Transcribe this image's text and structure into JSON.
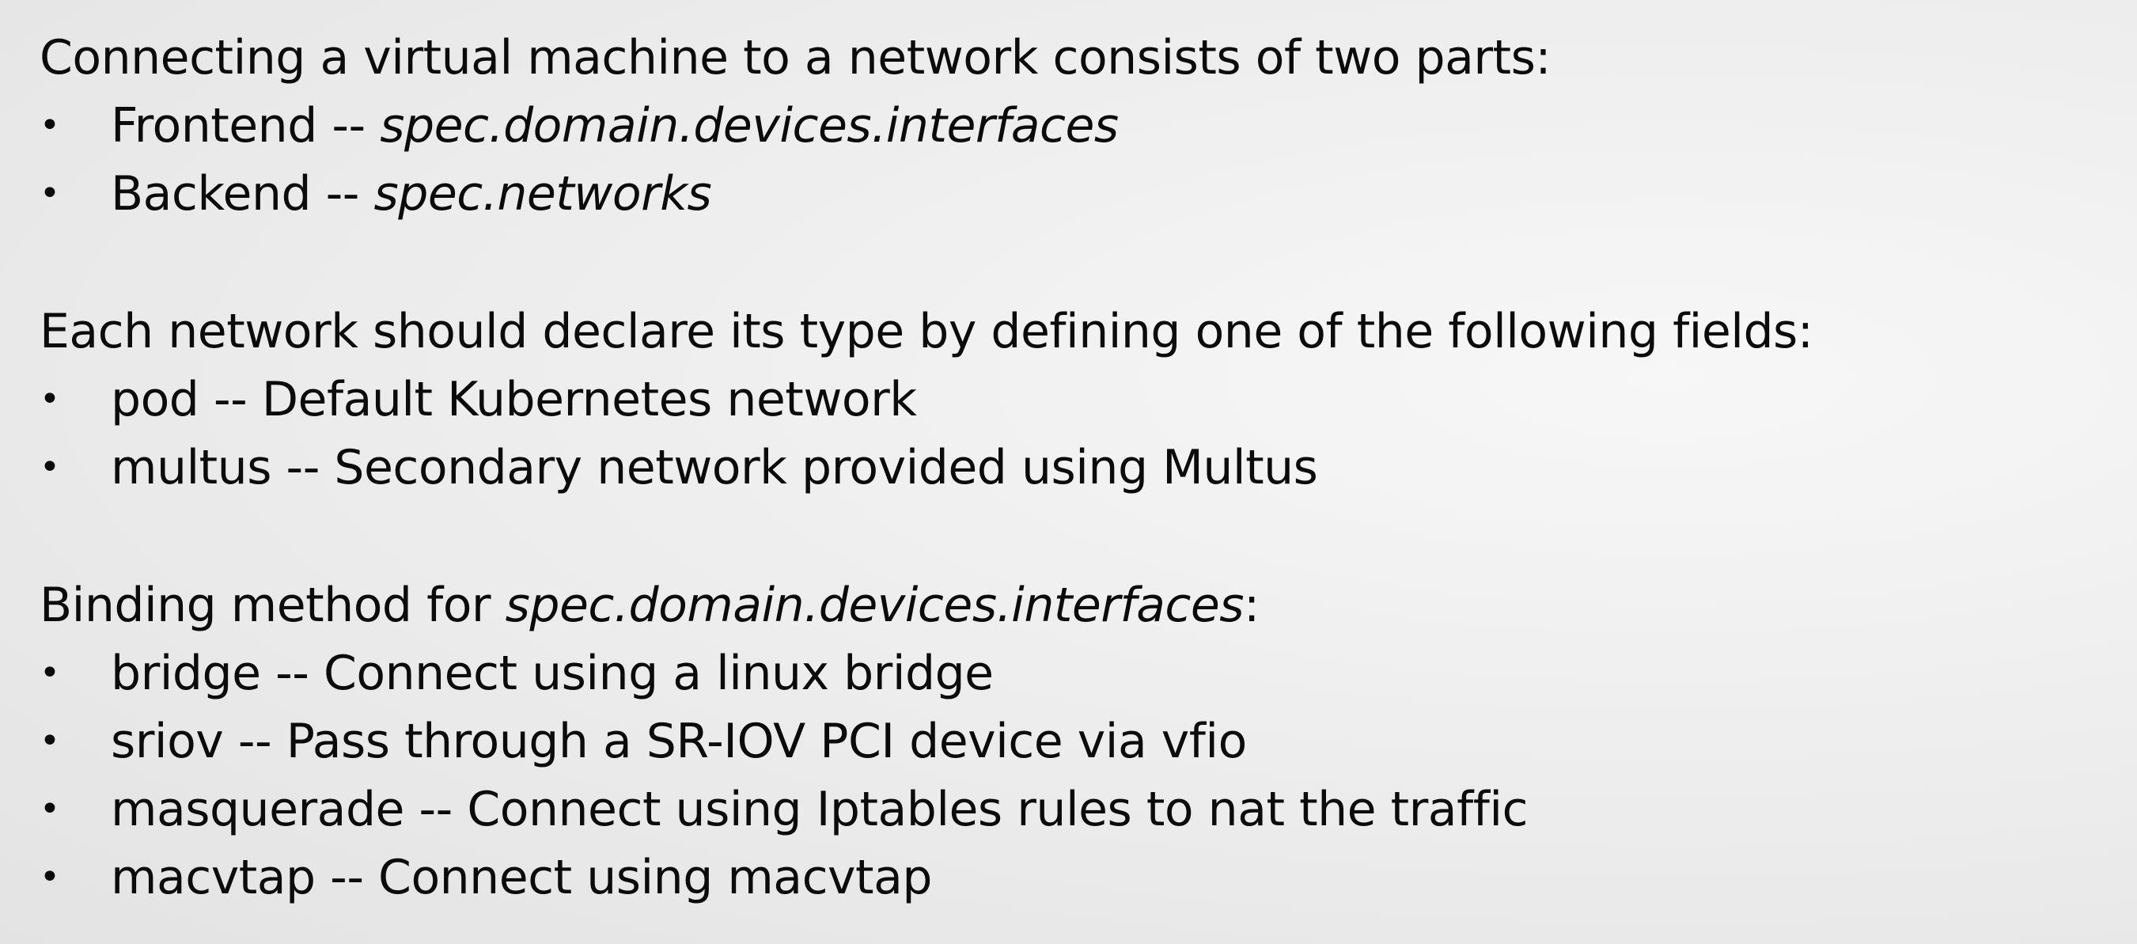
{
  "sections": [
    {
      "heading": "Connecting a virtual machine to a network consists of two parts:",
      "items": [
        {
          "term": "Frontend",
          "separator": " -- ",
          "desc": "spec.domain.devices.interfaces"
        },
        {
          "term": "Backend",
          "separator": " -- ",
          "desc": "spec.networks"
        }
      ]
    },
    {
      "heading": "Each network should declare its type by defining one of the following fields:",
      "items": [
        {
          "term": "pod",
          "separator": " -- ",
          "desc": "Default Kubernetes network"
        },
        {
          "term": "multus",
          "separator": " -- ",
          "desc": "Secondary network provided using Multus"
        }
      ]
    },
    {
      "heading_prefix": "Binding method for ",
      "heading_code": "spec.domain.devices.interfaces",
      "heading_suffix": ":",
      "items": [
        {
          "term": "bridge",
          "separator": " -- ",
          "desc": "Connect using a linux bridge"
        },
        {
          "term": "sriov",
          "separator": " -- ",
          "desc": "Pass through a SR-IOV PCI device via vfio"
        },
        {
          "term": "masquerade",
          "separator": " -- ",
          "desc": "Connect using Iptables rules to nat the traffic"
        },
        {
          "term": "macvtap",
          "separator": " -- ",
          "desc": "Connect using macvtap"
        }
      ]
    }
  ],
  "bullet_glyph": "•"
}
